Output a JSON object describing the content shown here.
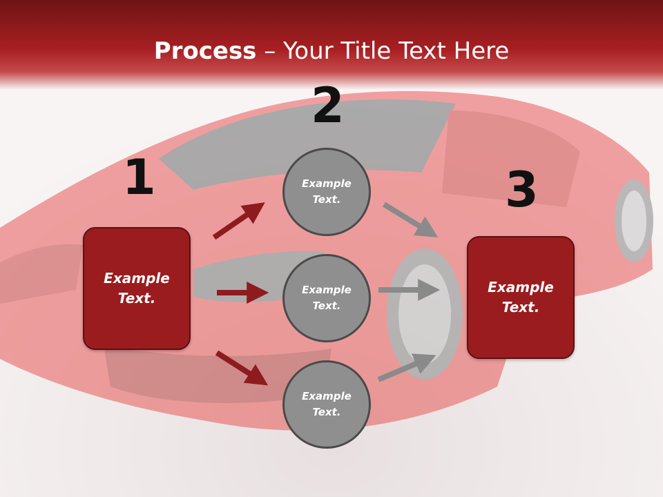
{
  "title": {
    "bold": "Process",
    "rest": " – Your Title Text Here"
  },
  "steps": [
    {
      "number": "1",
      "label": "Example\nText."
    },
    {
      "number": "2"
    },
    {
      "number": "3",
      "label": "Example\nText."
    }
  ],
  "circles": [
    {
      "label": "Example\nText."
    },
    {
      "label": "Example\nText."
    },
    {
      "label": "Example\nText."
    }
  ],
  "colors": {
    "header": "#a81f22",
    "box": "#9b1c1f",
    "circle": "#8f8f8f",
    "red_arrow": "#8e1b1e",
    "gray_arrow": "#8a8a8a"
  }
}
